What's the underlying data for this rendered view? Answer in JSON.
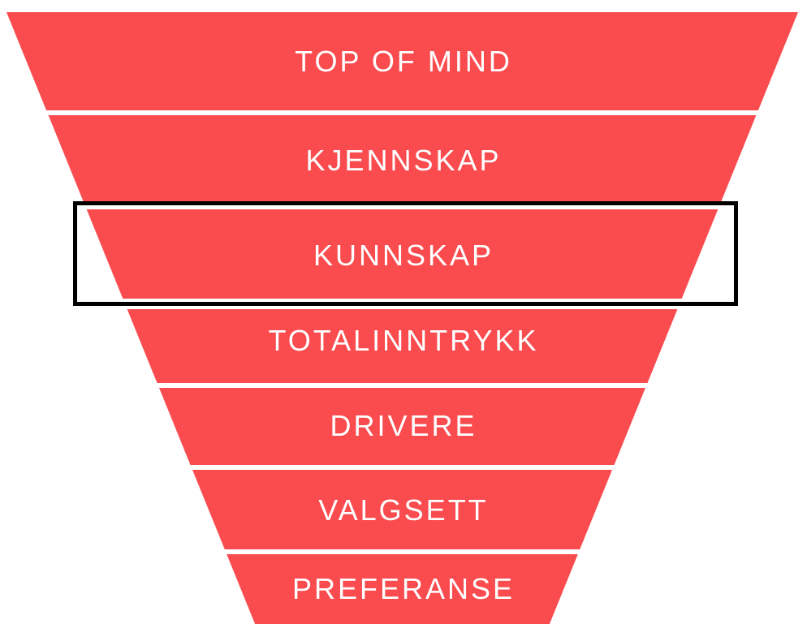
{
  "diagram": {
    "type": "funnel",
    "orientation": "inverted",
    "stages": [
      {
        "label": "TOP OF MIND",
        "highlighted": false
      },
      {
        "label": "KJENNSKAP",
        "highlighted": false
      },
      {
        "label": "KUNNSKAP",
        "highlighted": true
      },
      {
        "label": "TOTALINNTRYKK",
        "highlighted": false
      },
      {
        "label": "DRIVERE",
        "highlighted": false
      },
      {
        "label": "VALGSETT",
        "highlighted": false
      },
      {
        "label": "PREFERANSE",
        "highlighted": false
      }
    ],
    "colors": {
      "segment_fill": "#FA4B4E",
      "label_text": "#FFFFFF",
      "highlight_border": "#000000",
      "background": "#FFFFFF"
    }
  }
}
